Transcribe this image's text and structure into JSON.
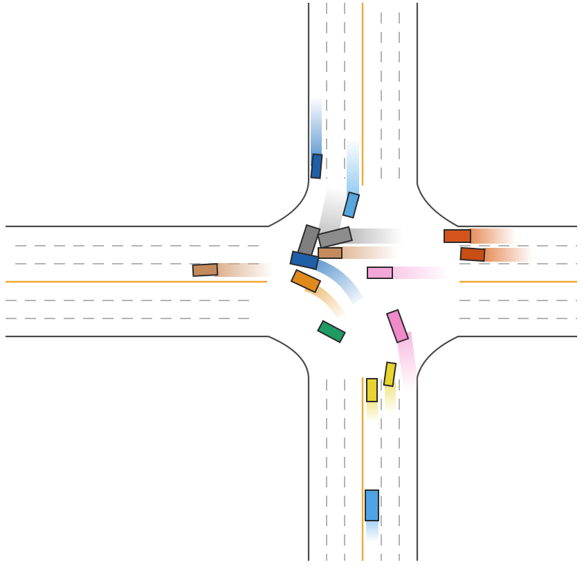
{
  "scene": {
    "type": "traffic-intersection-simulation",
    "road_colors": {
      "surface": "#ffffff",
      "edge": "#4a4a4a",
      "center_line": "#f0a830",
      "lane_divider": "#b3b3b3",
      "background": "#ffffff"
    },
    "vehicles": [
      {
        "id": "blue-north-1",
        "color": "#1f5fa8",
        "trail": "#3b82c4"
      },
      {
        "id": "lightblue-north-2",
        "color": "#56a6e0",
        "trail": "#7cc0ee"
      },
      {
        "id": "gray-center-1",
        "color": "#7f7f7f",
        "trail": "#b8b8b8"
      },
      {
        "id": "gray-center-2",
        "color": "#8c8c8c",
        "trail": "#c0c0c0"
      },
      {
        "id": "tan-center",
        "color": "#c48a5c",
        "trail": "#d8a57d"
      },
      {
        "id": "blue-center",
        "color": "#1f5fa8",
        "trail": "#3b82c4"
      },
      {
        "id": "orange-center",
        "color": "#e08a1e",
        "trail": "#eaa84a"
      },
      {
        "id": "pink-center",
        "color": "#f4a6d8",
        "trail": "#f7bfe3"
      },
      {
        "id": "pink-south",
        "color": "#f08ac8",
        "trail": "#f5b2dc"
      },
      {
        "id": "green-center",
        "color": "#1e9a64",
        "trail": "#1e9a64"
      },
      {
        "id": "yellow-south-1",
        "color": "#e8d430",
        "trail": "#efe070"
      },
      {
        "id": "yellow-south-2",
        "color": "#e8d430",
        "trail": "#efe070"
      },
      {
        "id": "lightblue-south",
        "color": "#4fa3e3",
        "trail": "#86c3ef"
      },
      {
        "id": "tan-west",
        "color": "#c48a5c",
        "trail": "#d8a57d"
      },
      {
        "id": "orange-east-1",
        "color": "#d2541a",
        "trail": "#e27f45"
      },
      {
        "id": "orange-east-2",
        "color": "#c94e14",
        "trail": "#e27f45"
      }
    ]
  }
}
